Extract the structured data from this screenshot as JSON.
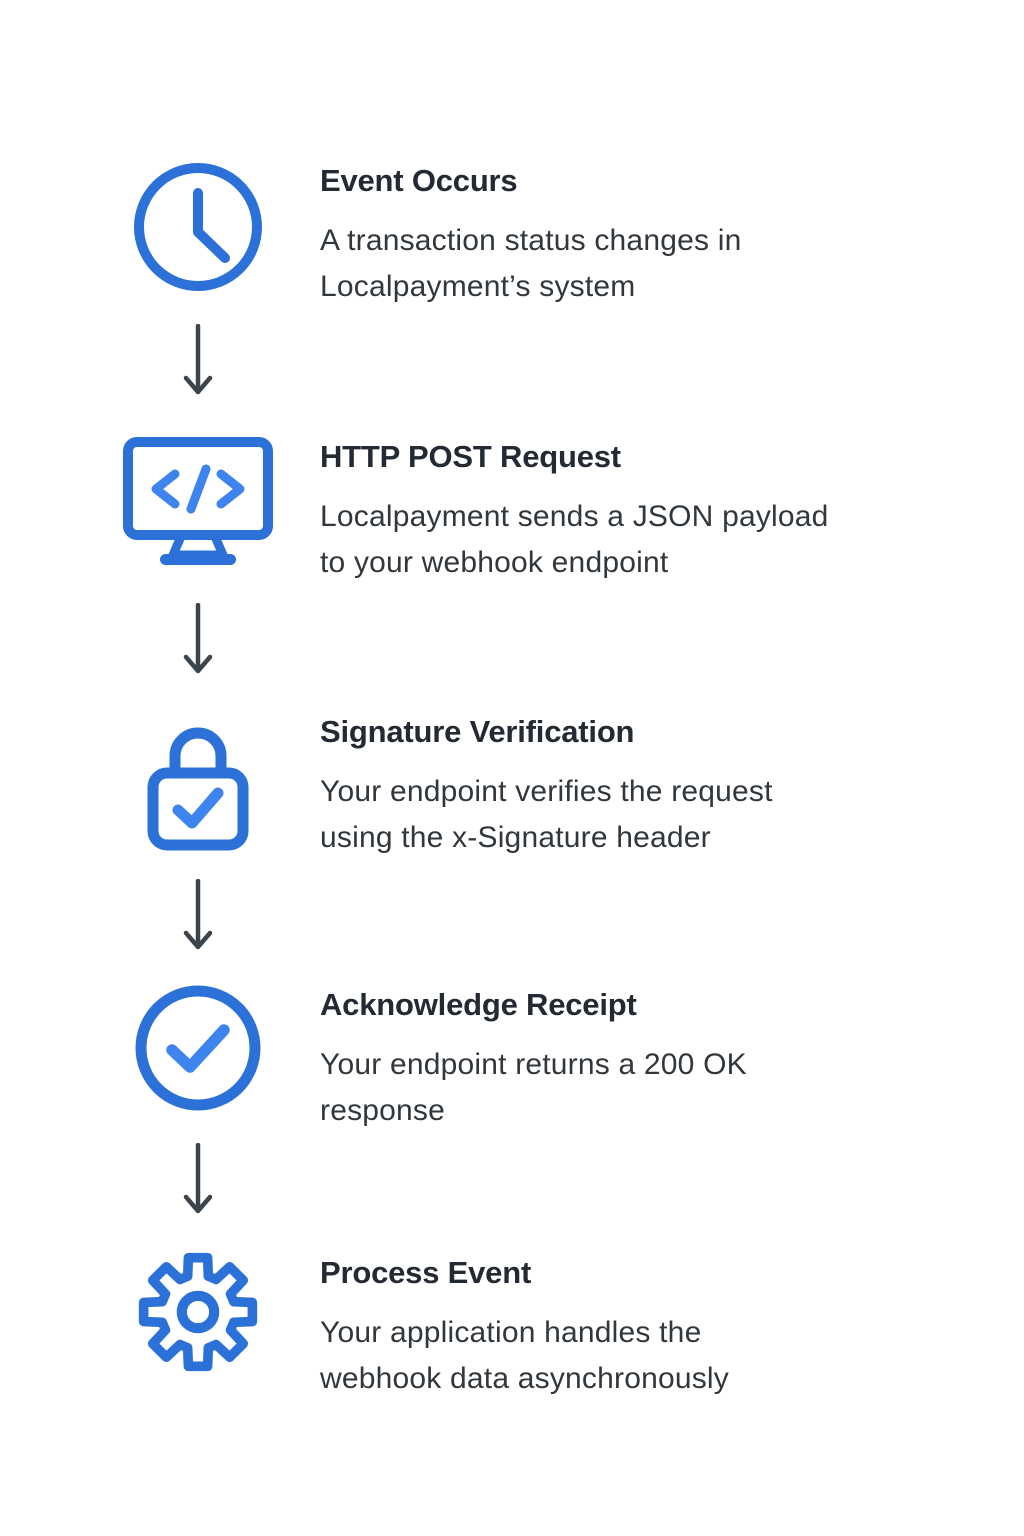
{
  "palette": {
    "background": "#ffffff",
    "icon_blue": "#2b71d8",
    "mark_blue": "#3e84ee",
    "title_color": "#242a33",
    "desc_color": "#31373d",
    "arrow_color": "#3c444c"
  },
  "flow": {
    "steps": [
      {
        "icon": "clock-icon",
        "title": "Event Occurs",
        "desc_lines": [
          "A transaction status changes in",
          "Localpayment’s system"
        ]
      },
      {
        "icon": "monitor-code-icon",
        "title": "HTTP POST Request",
        "desc_lines": [
          "Localpayment sends a JSON payload",
          "to your webhook endpoint"
        ]
      },
      {
        "icon": "lock-check-icon",
        "title": "Signature Verification",
        "desc_lines": [
          "Your endpoint verifies the request",
          "using the x-Signature header"
        ]
      },
      {
        "icon": "circle-check-icon",
        "title": "Acknowledge Receipt",
        "desc_lines": [
          "Your endpoint returns a 200 OK",
          "response"
        ]
      },
      {
        "icon": "gear-icon",
        "title": "Process Event",
        "desc_lines": [
          "Your application handles the",
          "webhook data asynchronously"
        ]
      }
    ]
  }
}
